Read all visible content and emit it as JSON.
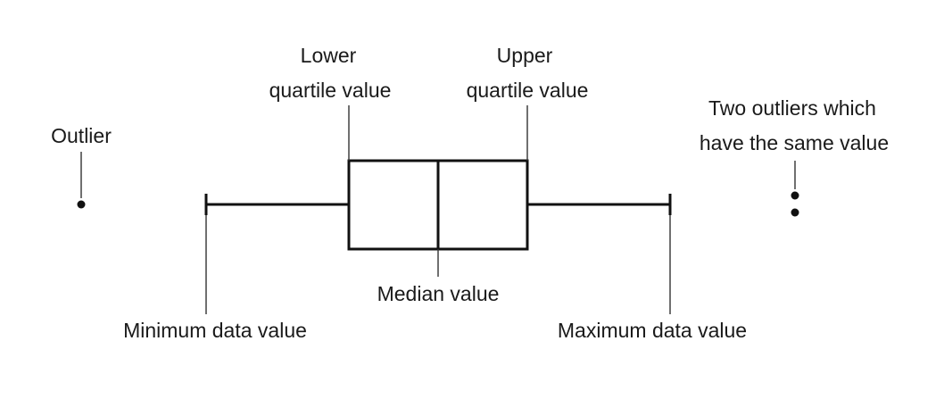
{
  "labels": {
    "outlier": "Outlier",
    "lower_quartile_line1": "Lower",
    "lower_quartile_line2": "quartile value",
    "upper_quartile_line1": "Upper",
    "upper_quartile_line2": "quartile value",
    "two_outliers_line1": "Two outliers which",
    "two_outliers_line2": "have the same value",
    "median": "Median value",
    "minimum": "Minimum data value",
    "maximum": "Maximum data value"
  }
}
